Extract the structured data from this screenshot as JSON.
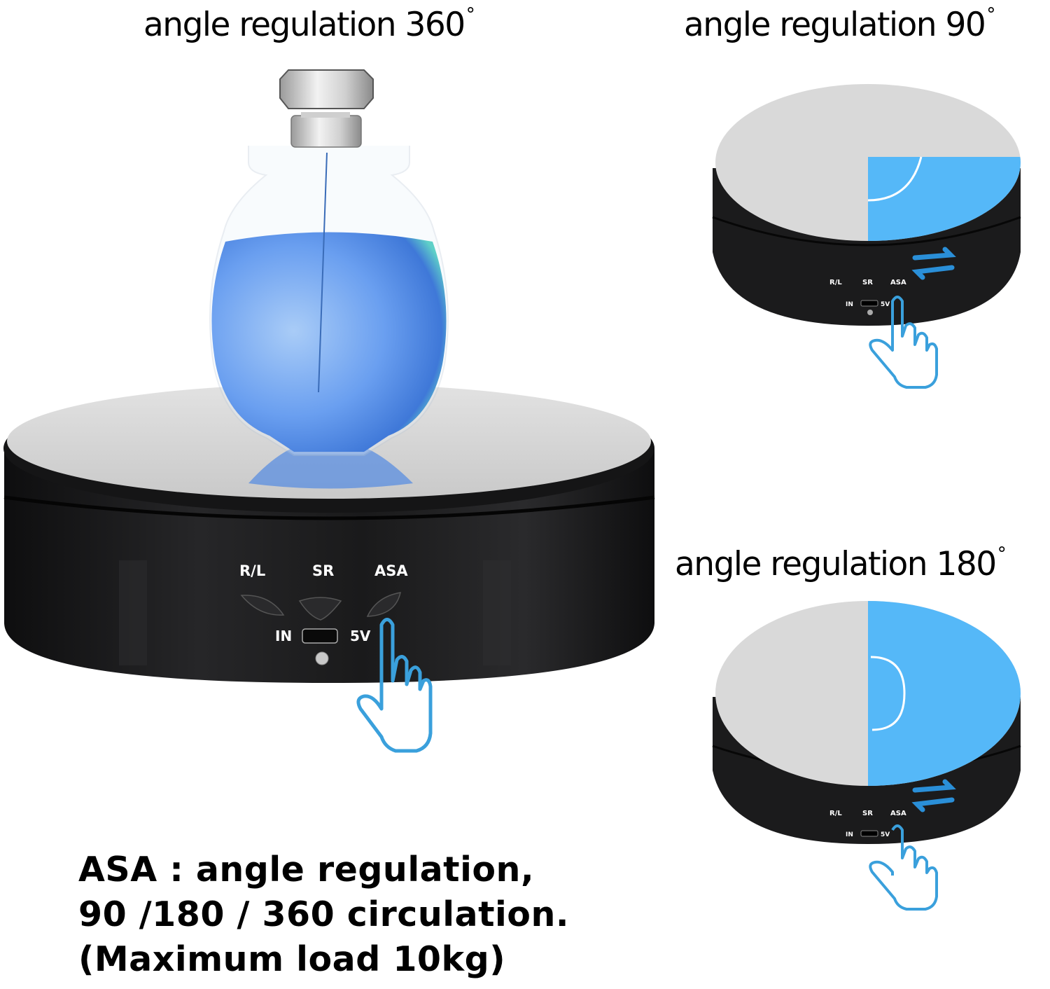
{
  "titles": {
    "main": {
      "text": "angle regulation 360",
      "degree": "°"
    },
    "top_right": {
      "text": "angle regulation 90",
      "degree": "°"
    },
    "bottom_right": {
      "text": "angle regulation 180",
      "degree": "°"
    }
  },
  "device": {
    "buttons": [
      "R/L",
      "SR",
      "ASA"
    ],
    "port_left_label": "IN",
    "port_right_label": "5V"
  },
  "caption": {
    "line1": "ASA : angle regulation,",
    "line2": "90 /180 / 360 circulation.",
    "line3": "(Maximum load 10kg)"
  },
  "colors": {
    "background": "#ffffff",
    "turntable_body": "#1c1c1e",
    "mirror_top": "#d9d9d9",
    "highlight_blue": "#55b8f8",
    "hand_outline": "#3aa0dc",
    "liquid_blue": "#6aa8ef"
  }
}
